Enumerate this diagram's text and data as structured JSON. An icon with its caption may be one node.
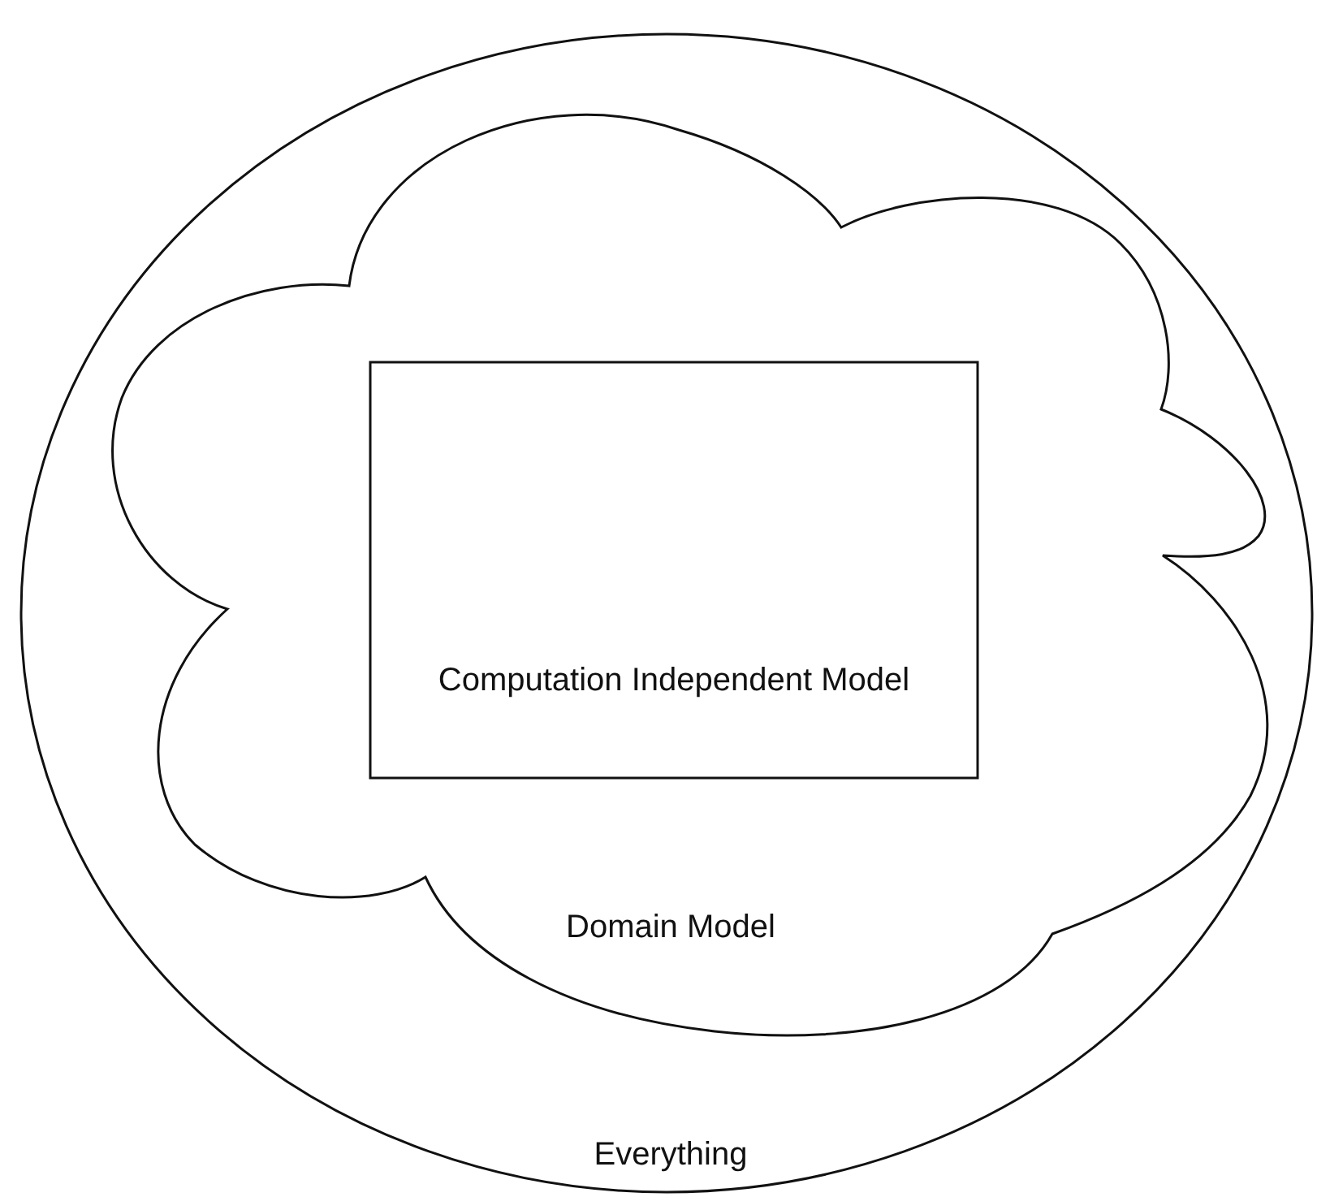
{
  "diagram": {
    "nodes": [
      {
        "text": [
          "Everything"
        ]
      },
      {
        "text": [
          "Domain Model"
        ],
        "in": 0
      },
      {
        "text": [
          "Computation Independent Model"
        ],
        "in": 1
      }
    ]
  }
}
